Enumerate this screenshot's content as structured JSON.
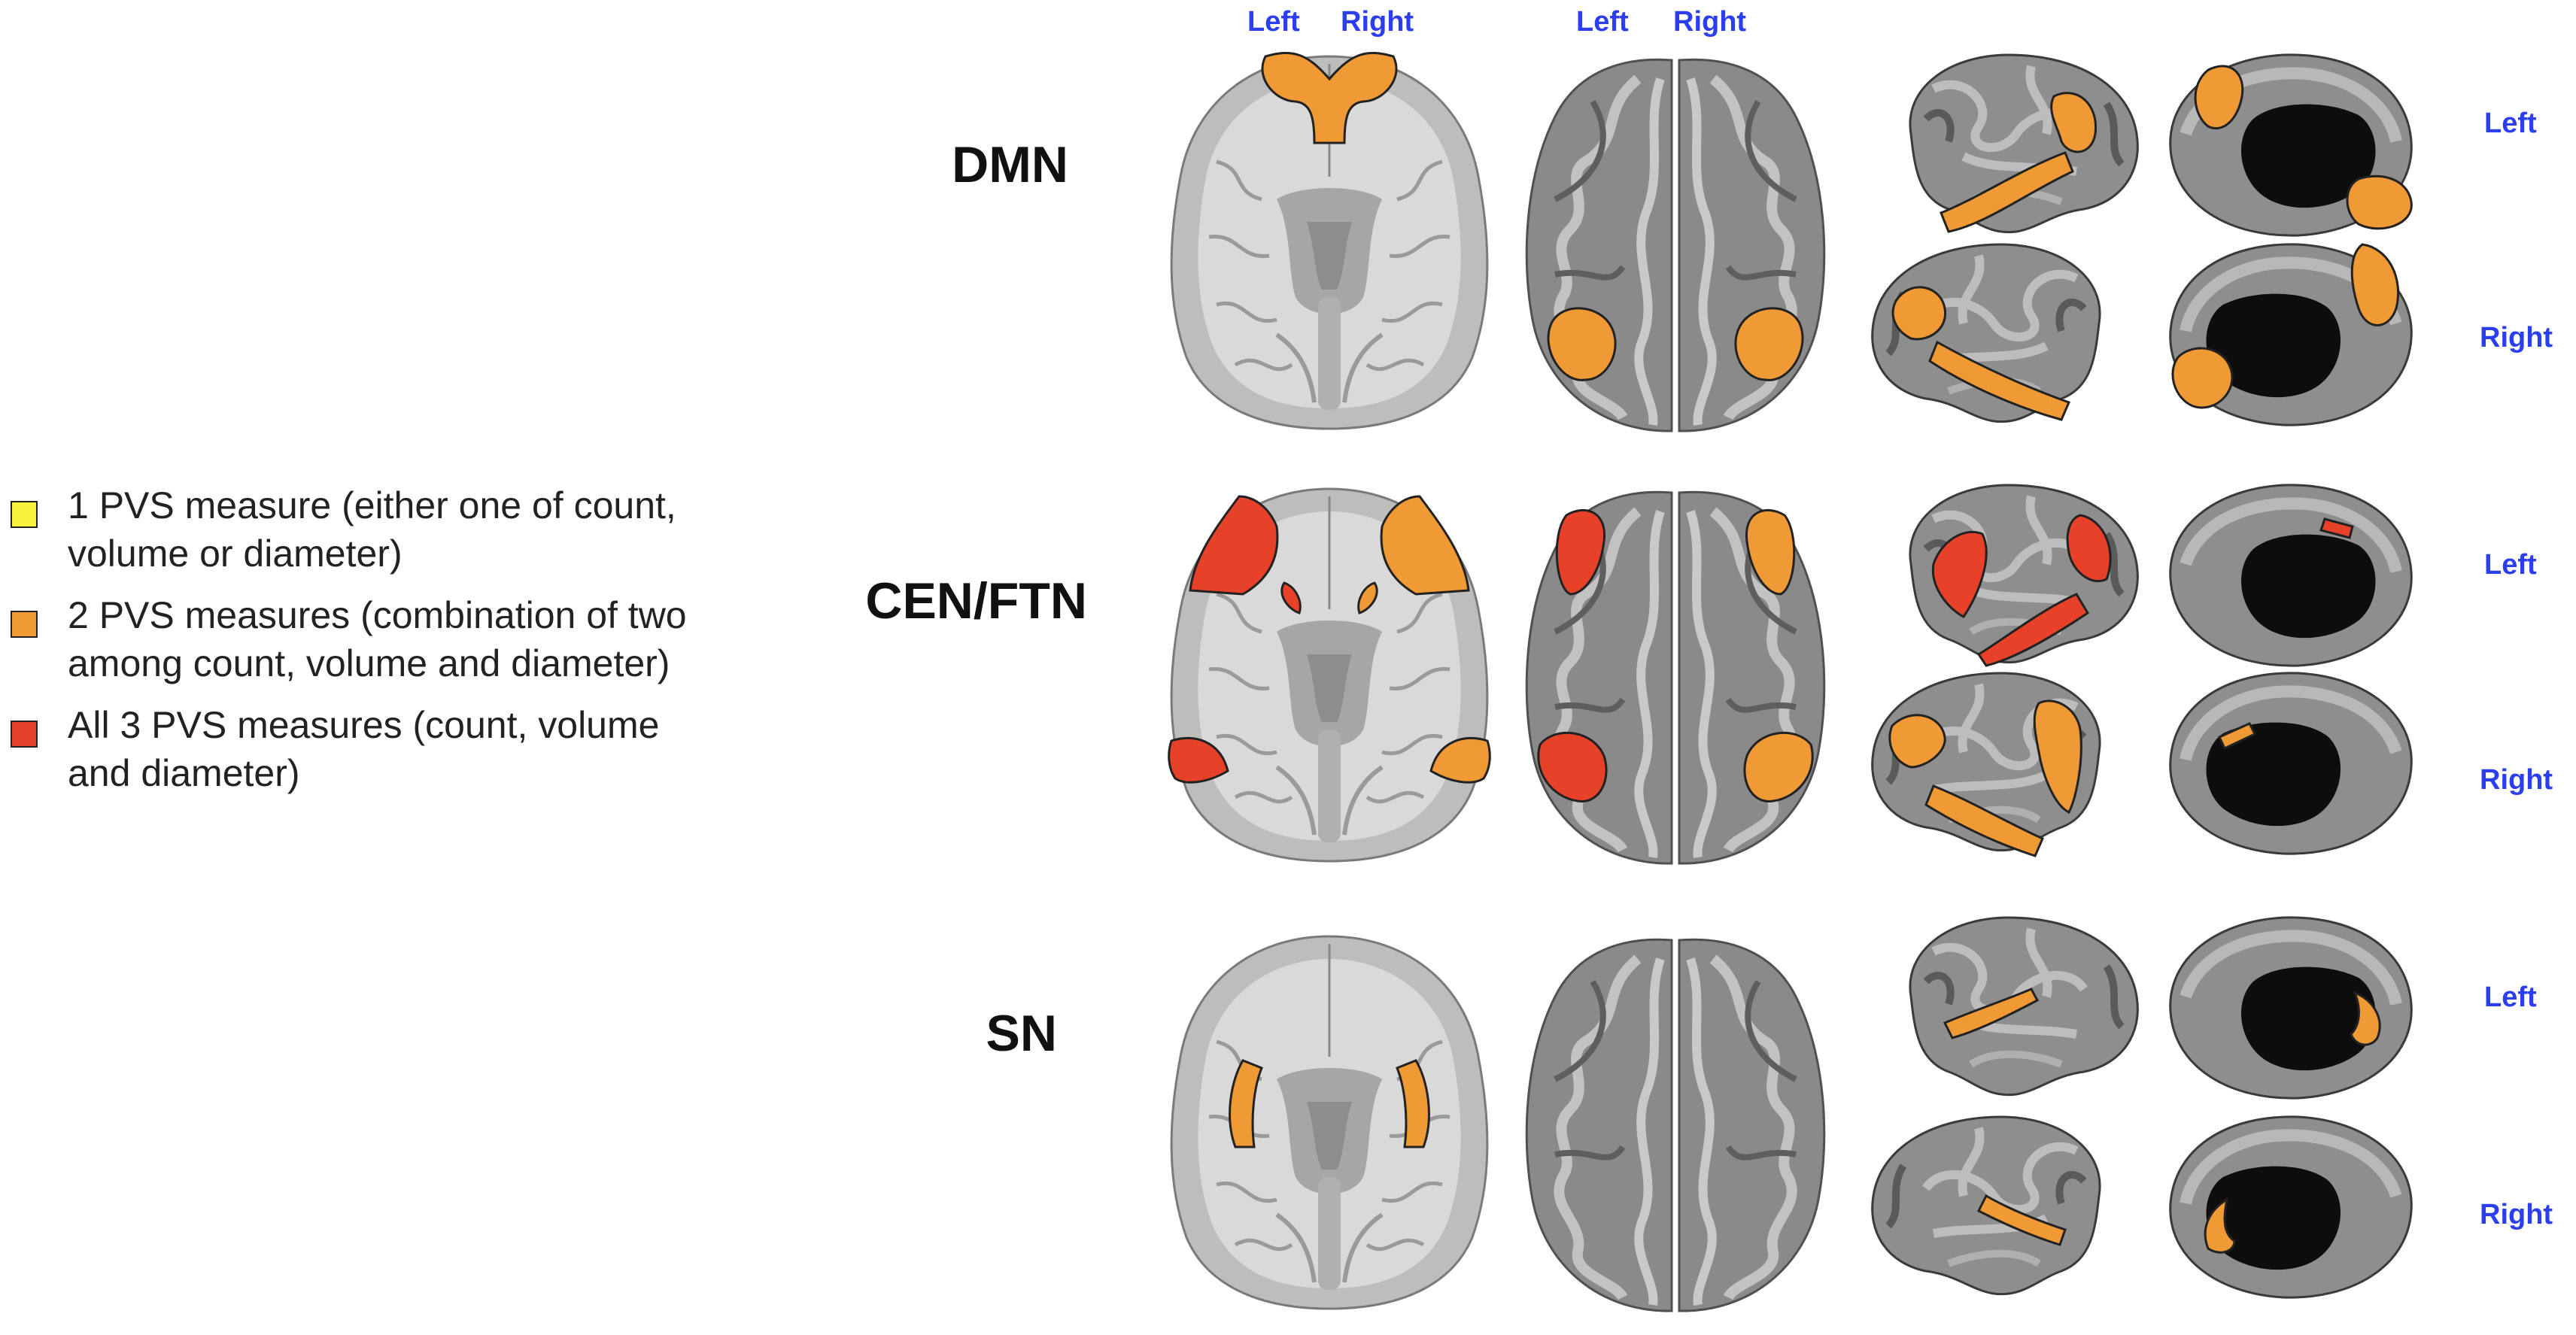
{
  "legend": {
    "items": [
      {
        "color": "#f7f23a",
        "text_line1": "1 PVS measure (either one of count,",
        "text_line2": "volume or diameter)"
      },
      {
        "color": "#f09a35",
        "text_line1": "2 PVS measures (combination of two",
        "text_line2": "among count, volume and diameter)"
      },
      {
        "color": "#e8412a",
        "text_line1": "All 3 PVS measures (count, volume",
        "text_line2": "and diameter)"
      }
    ]
  },
  "headers": {
    "axial_left": "Left",
    "axial_right": "Right",
    "dorsal_left": "Left",
    "dorsal_right": "Right"
  },
  "networks": [
    {
      "name": "DMN",
      "lateral_side_top": "Left",
      "lateral_side_bottom": "Right"
    },
    {
      "name": "CEN/FTN",
      "lateral_side_top": "Left",
      "lateral_side_bottom": "Right"
    },
    {
      "name": "SN",
      "lateral_side_top": "Left",
      "lateral_side_bottom": "Right"
    }
  ],
  "colors": {
    "orange": "#f09a35",
    "red": "#e8412a",
    "yellow": "#f7f23a",
    "label_blue": "#2b3ef0"
  }
}
